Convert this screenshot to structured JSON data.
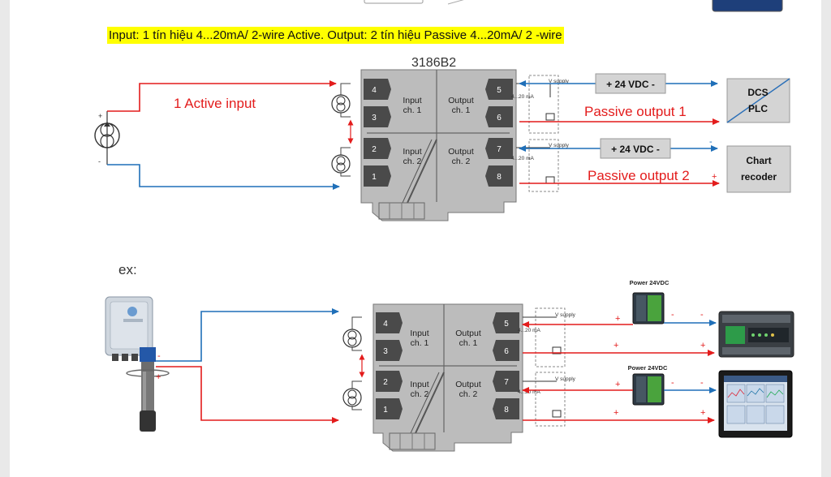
{
  "header": {
    "caption": "Input: 1 tín hiệu 4...20mA/ 2-wire Active. Output: 2 tín hiệu Passive 4...20mA/ 2 -wire"
  },
  "diagram1": {
    "model": "3186B2",
    "active_input_label": "1 Active input",
    "passive_output_1_label": "Passive output 1",
    "passive_output_2_label": "Passive output 2",
    "supply_1_label": "+ 24 VDC -",
    "supply_2_label": "+ 24 VDC -",
    "dcs_label": "DCS",
    "plc_label": "PLC",
    "chart_label": "Chart",
    "recoder_label": "recoder"
  },
  "module": {
    "input_ch1": [
      "Input",
      "ch. 1"
    ],
    "output_ch1": [
      "Output",
      "ch. 1"
    ],
    "input_ch2": [
      "Input",
      "ch. 2"
    ],
    "output_ch2": [
      "Output",
      "ch. 2"
    ],
    "terminals_left": [
      "4",
      "3",
      "2",
      "1"
    ],
    "terminals_right": [
      "5",
      "6",
      "7",
      "8"
    ],
    "v_supply": "V supply",
    "range": "4...20 mA"
  },
  "diagram2": {
    "example_label": "ex:",
    "power_1_label": "Power 24VDC",
    "power_2_label": "Power 24VDC"
  },
  "colors": {
    "red": "#e31c1c",
    "blue": "#1f6fb8",
    "module_gray": "#b9b9b9",
    "terminal_dark": "#4a4a4a",
    "box_gray": "#d4d4d4",
    "highlight": "#ffff00"
  }
}
